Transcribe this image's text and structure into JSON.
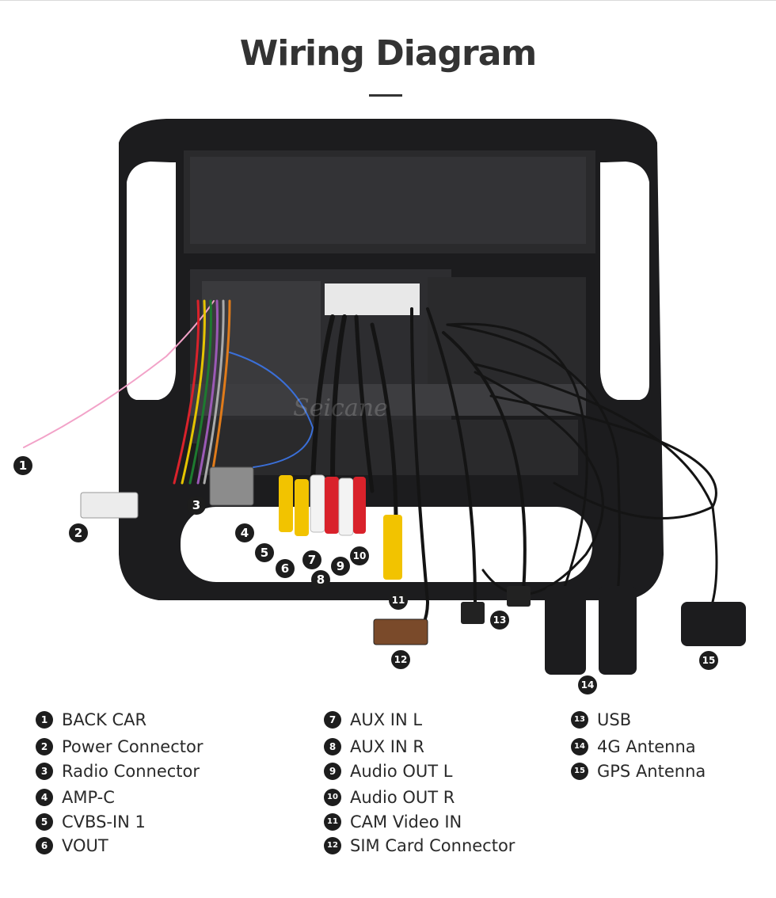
{
  "title": "Wiring Diagram",
  "watermark": "Seicane",
  "callouts": [
    {
      "num": "1",
      "label": "BACK CAR"
    },
    {
      "num": "2",
      "label": "Power Connector"
    },
    {
      "num": "3",
      "label": "Radio Connector"
    },
    {
      "num": "4",
      "label": "AMP-C"
    },
    {
      "num": "5",
      "label": "CVBS-IN 1"
    },
    {
      "num": "6",
      "label": "VOUT"
    },
    {
      "num": "7",
      "label": "AUX IN L"
    },
    {
      "num": "8",
      "label": "AUX IN R"
    },
    {
      "num": "9",
      "label": "Audio OUT L"
    },
    {
      "num": "10",
      "label": "Audio OUT R"
    },
    {
      "num": "11",
      "label": "CAM Video IN"
    },
    {
      "num": "12",
      "label": "SIM Card Connector"
    },
    {
      "num": "13",
      "label": "USB"
    },
    {
      "num": "14",
      "label": "4G Antenna"
    },
    {
      "num": "15",
      "label": "GPS Antenna"
    }
  ],
  "colors": {
    "frame": "#1c1c1e",
    "cable": "#141414",
    "rca_yellow": "#f2c300",
    "rca_white": "#f3f3f3",
    "rca_red": "#d9222b",
    "pink_wire": "#f2a2c8",
    "blue_wire": "#3a6fd8"
  }
}
